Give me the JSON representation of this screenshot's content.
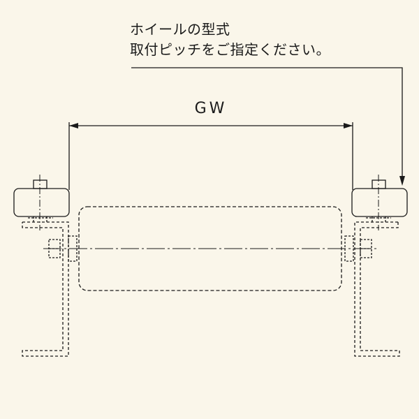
{
  "note": {
    "line1": "ホイールの型式",
    "line2": "取付ピッチをご指定ください。"
  },
  "dimension": {
    "label": "GW"
  },
  "colors": {
    "background": "#faf6ea",
    "line": "#1a1a1a"
  }
}
